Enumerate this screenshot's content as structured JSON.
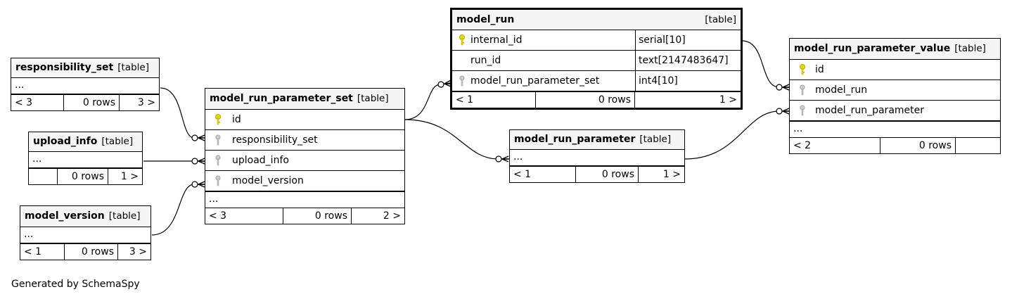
{
  "tables": {
    "model_run": {
      "name": "model_run",
      "kind": "[table]",
      "columns": [
        {
          "name": "internal_id",
          "type": "serial[10]"
        },
        {
          "name": "run_id",
          "type": "text[2147483647]"
        },
        {
          "name": "model_run_parameter_set",
          "type": "int4[10]"
        }
      ],
      "footer": {
        "parents": "< 1",
        "rows": "0 rows",
        "children": "1 >"
      }
    },
    "model_run_parameter_value": {
      "name": "model_run_parameter_value",
      "kind": "[table]",
      "columns": [
        {
          "name": "id"
        },
        {
          "name": "model_run"
        },
        {
          "name": "model_run_parameter"
        }
      ],
      "more": "...",
      "footer": {
        "parents": "< 2",
        "rows": "0 rows",
        "children": ""
      }
    },
    "responsibility_set": {
      "name": "responsibility_set",
      "kind": "[table]",
      "more": "...",
      "footer": {
        "parents": "< 3",
        "rows": "0 rows",
        "children": "3 >"
      }
    },
    "upload_info": {
      "name": "upload_info",
      "kind": "[table]",
      "more": "...",
      "footer": {
        "parents": "",
        "rows": "0 rows",
        "children": "1 >"
      }
    },
    "model_version": {
      "name": "model_version",
      "kind": "[table]",
      "more": "...",
      "footer": {
        "parents": "< 1",
        "rows": "0 rows",
        "children": "3 >"
      }
    },
    "model_run_parameter_set": {
      "name": "model_run_parameter_set",
      "kind": "[table]",
      "columns": [
        {
          "name": "id"
        },
        {
          "name": "responsibility_set"
        },
        {
          "name": "upload_info"
        },
        {
          "name": "model_version"
        }
      ],
      "more": "...",
      "footer": {
        "parents": "< 3",
        "rows": "0 rows",
        "children": "2 >"
      }
    },
    "model_run_parameter": {
      "name": "model_run_parameter",
      "kind": "[table]",
      "more": "...",
      "footer": {
        "parents": "< 1",
        "rows": "0 rows",
        "children": "1 >"
      }
    }
  },
  "colors": {
    "primary_key": "#e6d800",
    "foreign_key": "#b0b0b0",
    "header_bg": "#f5f5f5"
  },
  "icons": {
    "primary_key": "key-icon",
    "foreign_key": "foreign-key-icon"
  },
  "footer_text": "Generated by SchemaSpy"
}
